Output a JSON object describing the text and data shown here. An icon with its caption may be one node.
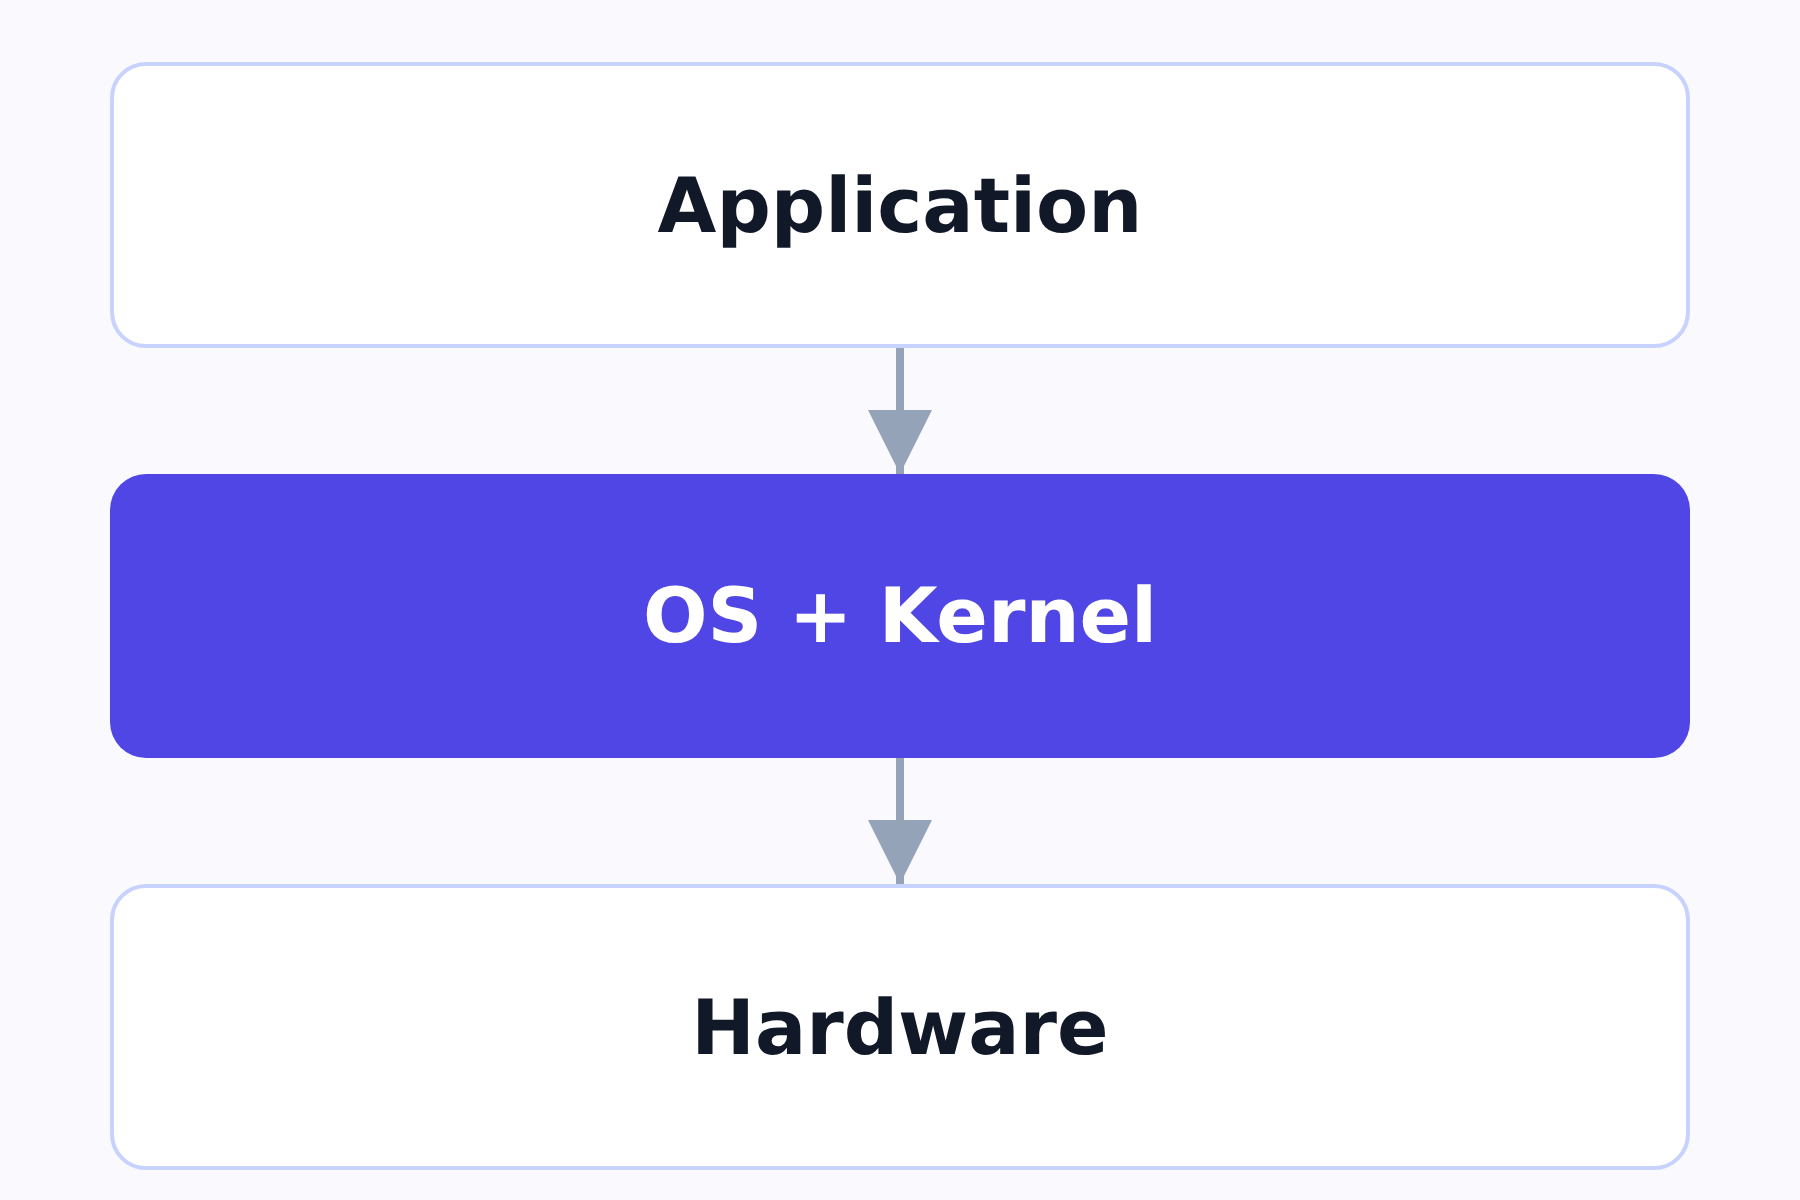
{
  "diagram": {
    "nodes": [
      {
        "text": [
          "Application"
        ]
      },
      {
        "text": [
          "OS + Kernel"
        ]
      },
      {
        "text": [
          "Hardware"
        ]
      }
    ],
    "edges": [
      {
        "from": 0,
        "to": 1,
        "arrow": "to"
      },
      {
        "from": 1,
        "to": 2,
        "arrow": "to"
      }
    ]
  }
}
